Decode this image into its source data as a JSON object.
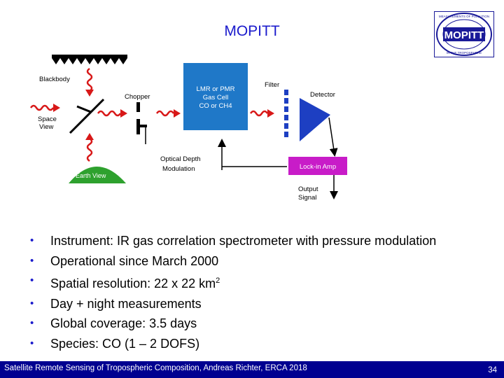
{
  "title": "MOPITT",
  "logo": {
    "name": "MOPITT",
    "ring_text_top": "MEASUREMENTS OF POLLUTION",
    "ring_text_bottom": "IN THE TROPOSPHERE",
    "color": "#1a1a99"
  },
  "diagram": {
    "blackbody": "Blackbody",
    "space_view": [
      "Space",
      "View"
    ],
    "earth_view": "Earth View",
    "chopper": "Chopper",
    "cell": [
      "LMR or PMR",
      "Gas Cell",
      "CO or CH4"
    ],
    "filter": "Filter",
    "detector": "Detector",
    "optical_depth": [
      "Optical Depth",
      "Modulation"
    ],
    "lockin": "Lock-in Amp",
    "output": [
      "Output",
      "Signal"
    ]
  },
  "bullets": [
    {
      "text": "Instrument: IR gas correlation spectrometer with pressure modulation"
    },
    {
      "text": "Operational since March 2000"
    },
    {
      "text": "Spatial resolution: 22 x 22 km",
      "sup": "2"
    },
    {
      "text": "Day + night measurements"
    },
    {
      "text": "Global coverage: 3.5 days"
    },
    {
      "text": "Species: CO (1 – 2 DOFS)"
    }
  ],
  "bullet_glyph": "•",
  "footer": {
    "text": "Satellite Remote Sensing of Tropospheric Composition, Andreas Richter, ERCA  2018",
    "page": "34"
  },
  "colors": {
    "title": "#1a1acc",
    "footer_bg": "#000090",
    "cell_blue": "#1f78c8",
    "detector_blue": "#1d3fc2",
    "lockin_magenta": "#c81cc8",
    "earth_green": "#2ea12e",
    "wave_red": "#d81818"
  }
}
